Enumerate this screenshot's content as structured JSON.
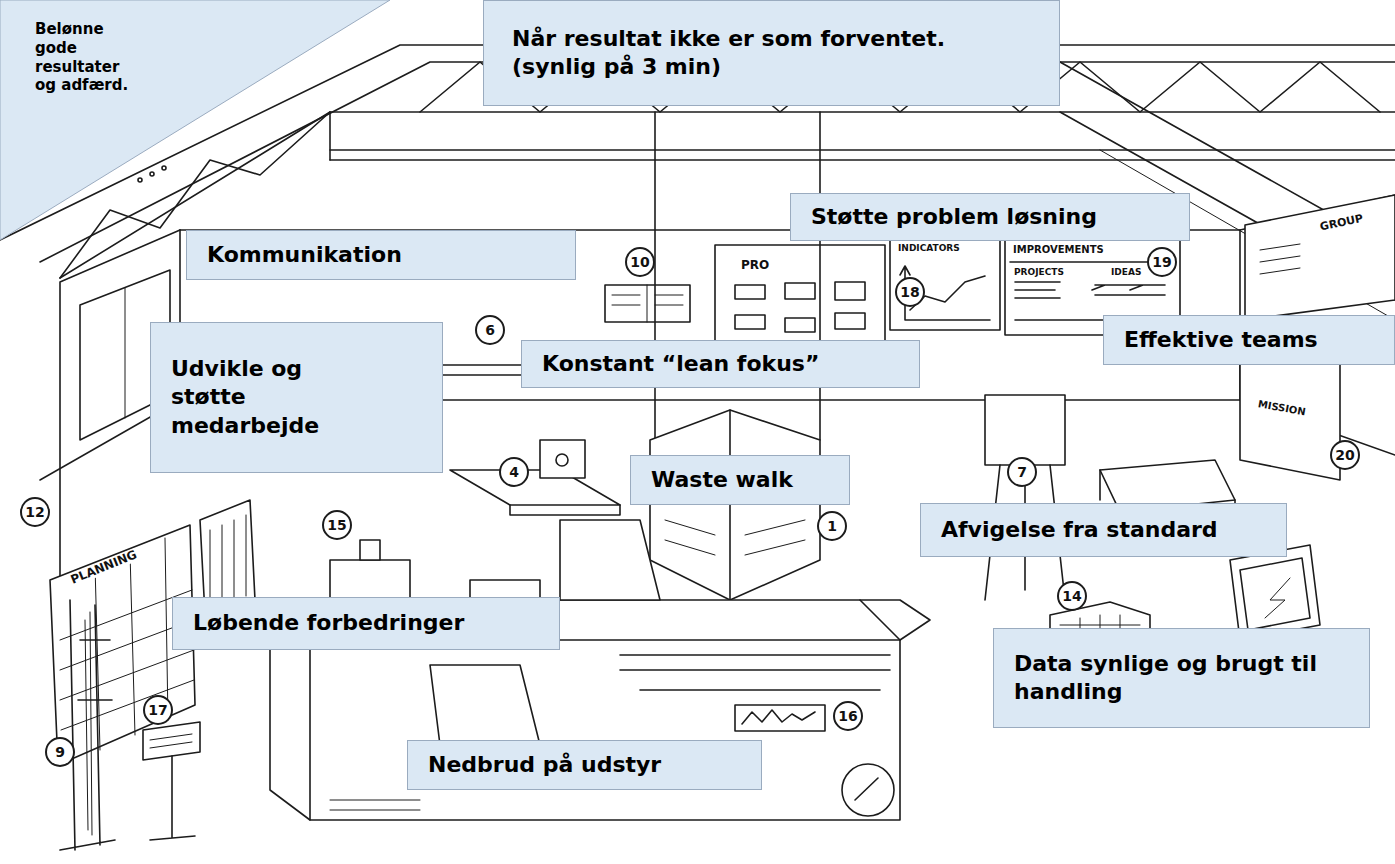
{
  "diagram": {
    "nodes": [
      {
        "text": [
          "Belønne gode resultater og adfærd."
        ]
      },
      {
        "text": [
          "Når resultat ikke er som forventet. (synlig på 3 min)"
        ]
      },
      {
        "text": [
          "Støtte problem løsning"
        ]
      },
      {
        "text": [
          "Kommunikation"
        ]
      },
      {
        "text": [
          "Udvikle og støtte medarbejde"
        ]
      },
      {
        "text": [
          "Konstant “lean fokus”"
        ]
      },
      {
        "text": [
          "Effektive teams"
        ]
      },
      {
        "text": [
          "Waste walk"
        ]
      },
      {
        "text": [
          "Afvigelse fra standard"
        ]
      },
      {
        "text": [
          "Løbende forbedringer"
        ]
      },
      {
        "text": [
          "Data synlige og brugt til handling"
        ]
      },
      {
        "text": [
          "Nedbrud på udstyr"
        ]
      }
    ],
    "labels": [
      "10",
      "PRO",
      "INDICATORS",
      "IMPROVEMENTS",
      "19",
      "18",
      "PROJECTS",
      "IDEAS",
      "GROUP",
      "6",
      "4",
      "7",
      "1",
      "MISSION",
      "20",
      "12",
      "PLANNING",
      "15",
      "14",
      "16",
      "9",
      "17"
    ]
  }
}
